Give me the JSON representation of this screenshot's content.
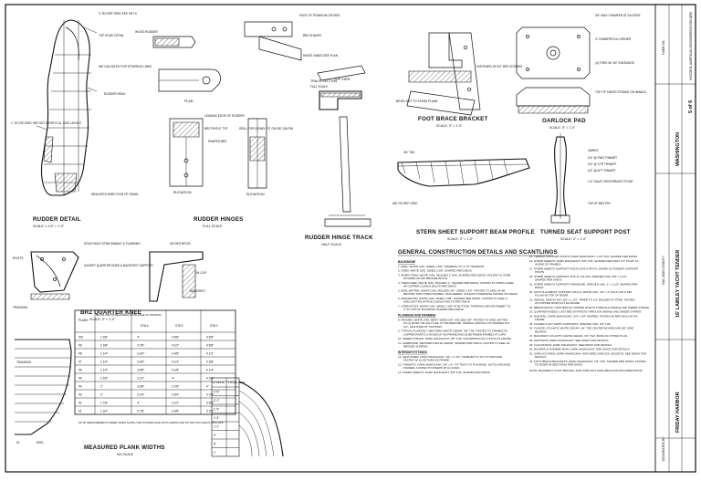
{
  "sheet": {
    "title_block": {
      "project": "16' LAWLEY YACHT TENDER",
      "location": "WASHINGTON",
      "county": "FRIDAY HARBOR",
      "sheet": "5 of 6",
      "agency": "HISTORIC AMERICAN ENGINEERING RECORD"
    }
  },
  "drawings": {
    "rudder_detail": {
      "title": "RUDDER DETAIL",
      "scale": "SCALE: 1 1/2\" = 1'-0\"",
      "notes": [
        "3\" RO REF GRID SEE SHT 6",
        "TOP EDGE DETAIL",
        "5/8\" DIA HOLES FOR STEERING LINES",
        "RUDDER HEAD",
        "1\" DO RE GRID SEE SHT 6 FOR FULL SIZE LAYOUT",
        "INDICATES DIRECTION OF GRAIN",
        "WOOD RUDDER"
      ]
    },
    "rudder_hinges": {
      "title": "RUDDER HINGES",
      "scale": "FULL SCALE",
      "notes": [
        "PLAN",
        "ELEVATION",
        "ELEVATION",
        "LEADING EDGE OF RUDDER",
        "BRZ PINTLE TYP",
        "SHAPED BRZ",
        "DRILL FOR DOWEL FIT ON 5/8\" DIA PIN"
      ]
    },
    "rudder_hinge_track": {
      "title": "RUDDER HINGE TRACK",
      "scale": "HALF SCALE",
      "notes": [
        "TRACK SECTION",
        "FULL SCALE",
        "TOP VIEW",
        "FACE OF TRANSOM OR KEEL",
        "BRZ SHAVES",
        "HINGE VANES SEE PLAN"
      ]
    },
    "foot_brace_bracket": {
      "title": "FOOT BRACE BRACKET",
      "scale": "SCALE: 3\" = 1'-0\"",
      "notes": [
        "FASTENED W/ 3/4\" BRZ SCREWS",
        "BEVEL BOT TO STAND PLANE"
      ]
    },
    "oarlock_pad": {
      "title": "OARLOCK PAD",
      "scale": "SCALE: 3\" = 1'-0\"",
      "notes": [
        "3/4\" WAX CHAMFER AT EA EDGE",
        "3\" CHAMFER EA CORNER",
        "(4) THRS W/ 3/4\" DIA BUNGS",
        "TOP OF SHEER STRAKE ON INWALE"
      ]
    },
    "stern_sheet_beam": {
      "title": "STERN SHEET SUPPORT BEAM PROFILE",
      "scale": "SCALE: 3\" = 1'-0\""
    },
    "turned_seat_post": {
      "title": "TURNED SEAT SUPPORT POST",
      "scale": "SCALE: 3\" = 1'-0\"",
      "notes": [
        "VARIES",
        "6.5\" @ FWD THWART",
        "5.5\" @ CTR THWART",
        "6.5\" @ AFT THWART",
        "1.5\" DIA AT CENTERMOST POINT",
        "TOP AT BRZ PIN"
      ]
    },
    "brz_quarter_knee": {
      "title": "BRZ QUARTER KNEE",
      "scale": "SCALE: 3\" = 1'-0\"",
      "notes": [
        "SOLID BULK STMN INWALE & PLANKING",
        "GASKET QUARTER KNEE & BACKREST SUPPORT",
        "RIVETS",
        "TRANSOM",
        "BACKREST"
      ]
    },
    "measured_plank_widths": {
      "title": "MEASURED PLANK WIDTHS",
      "scale": "NO SCALE",
      "col_headers": [
        "PLANK",
        "PLANK WIDTHS MEASURED ALONG EDGE OF TRANSOM",
        "STA 6",
        "STA 5",
        "STA 3"
      ],
      "rows": [
        [
          "#10",
          "2 3/8\"",
          "4\"",
          "4 5/8\"",
          "4 5/8\""
        ],
        [
          "#9",
          "2 3/8\"",
          "3 7/8\"",
          "4 1/2\"",
          "4 5/8\""
        ],
        [
          "#8",
          "2 1/4\"",
          "3 3/4\"",
          "4 3/8\"",
          "4 1/2\""
        ],
        [
          "#7",
          "2 1/4\"",
          "3 3/4\"",
          "4 1/4\"",
          "4 3/8\""
        ],
        [
          "#6",
          "2 1/4\"",
          "3 5/8\"",
          "4 1/8\"",
          "4 1/4\""
        ],
        [
          "#5",
          "2 1/8\"",
          "3 1/2\"",
          "4\"",
          "4 1/8\""
        ],
        [
          "#4",
          "2\"",
          "3 3/8\"",
          "3 7/8\"",
          "4\""
        ],
        [
          "#3",
          "2\"",
          "3 1/4\"",
          "3 3/4\"",
          "3 7/8\""
        ],
        [
          "#2",
          "1 7/8\"",
          "3\"",
          "3 1/2\"",
          "3 5/8\""
        ],
        [
          "#1",
          "1 3/4\"",
          "2 7/8\"",
          "3 3/8\"",
          "3 1/2\""
        ]
      ],
      "note": "NOTE: MEASUREMENTS WERE TAKEN ALONG THE OUTSIDE FACE OF PLANKING AND DO NOT INCLUDE PLANK LAPS",
      "labels": [
        "TRANSOM",
        "SL",
        "KEEL"
      ]
    },
    "transom_offsets": {
      "col_headers": [
        "HT ABV BL",
        "½ PLANK SEAM"
      ],
      "rows": [
        [
          "2'-6\"",
          ""
        ],
        [
          "2'-1\"",
          ""
        ],
        [
          "1'-9\"",
          ""
        ],
        [
          "1'-5\"",
          ""
        ],
        [
          "1'-1\"",
          ""
        ],
        [
          "9\"",
          ""
        ],
        [
          "5\"",
          ""
        ],
        [
          "1\"",
          ""
        ]
      ]
    }
  },
  "schedule": {
    "title": "GENERAL CONSTRUCTION DETAILS AND SCANTLINGS",
    "sections": [
      {
        "heading": "BACKBONE",
        "items": [
          "1. KEEL: WHITE OAK, SIDED 1 5/8\", TAPERING TO 1\" AT TRANSOM",
          "2. STEM: WHITE OAK, SIDED 1 5/8\", SHAPED PER DWGS",
          "3. INNER STEM: WHITE OAK, MOLDED 1\" MIN, SHAPED PER DWGS. FASTEN TO STEM W/ PAIRS OF 5/8\" BRONZE BOLTS",
          "4. STEM KNEE: WHITE OAK, MOLDED 1\", SHAPED PER DWGS. FASTEN TO STEM & KEEL W/ COPPER CLENCH BOLTS PER DWGS",
          "5. KEEL BATTEN: WHITE OAK, MOLDED 3/4\", SIDED 2 3/4\". FASTEN TO KEEL W/ #8 BRONZE THRU STEM FRAMES, STAGGERED, UNLESS OTHERWISE SHOWN ON DWGS",
          "6. DEADWOOD: WHITE OAK, SIDED 1 5/8\". SHAPED PER DWGS. FASTEN TO KEEL & KEEL BATTEN W/ ROD CLENCH BOLTS PER DWGS",
          "7. STERN POST: WHITE OAK, SIDED 1 5/8\" AT BOTTOM, TAPERING ABOVE RABBET TO 1\" AT TOP OF TRANSOM. SHAPED PER DWGS"
        ]
      },
      {
        "heading": "PLANKING AND FRAMING",
        "items": [
          "8. FRAMES: WHITE OAK, BENT, SIDED 5/8\", MOLDED 5/8\". FASTEN TO KEEL BATTEN W/ (1) RIVET OR GALV NAIL AT CENTERLINE. NORMAL SPACING OF FRAMES IS 5 1/2\", ADJUSTED AT STATIONS",
          "9. TYPICAL PLANKING: WESTERN WHITE CEDAR, 3/8\" THK. FASTEN TO FRAMES W/ COPPER RIVETS & ROVES AT EA FRAME AND (2) BETWEEN FRAMES AT LAPS",
          "10. SHEER STRAKE: DARK MAHOGANY, 3/8\" THK. FASTENINGS AS TYPICAL PLANKING",
          "11. GARBOARD: WESTERN WHITE CEDAR, SHAPED PER DWGS. FASTEN TO KEEL W/ BRONZE SCREWS"
        ]
      },
      {
        "heading": "INTERIOR FITTINGS",
        "items": [
          "12. SEAT RISER: DARK MAHOGANY, 3/4\" x 1 3/4\", TAPERED TO 1/2\" AT FWD END. FASTEN W/ (1) #8 THRU EA FRAME",
          "13. THWARTS: DARK MAHOGANY, 3/4\" x 8\". FIT TIGHT TO PLANKING, NOTCH AROUND FRAMES. FASTEN TO RISERS W/ (2) FHWS",
          "14. STERN SHEETS: DARK MAHOGANY, 5/8\" THK, SHAPED PER DWGS"
        ]
      },
      {
        "heading": "",
        "items": [
          "15. THWART SUPPORT POSTS: DARK MAHOGANY, 1 1/2\" DIA. SHAPED PER DWGS",
          "16. STERN SHEETS: DARK MAHOGANY, 5/8\" THK, SHAPED PER DWG. FIT TIGHT TO INSIDE OF FRAMES",
          "17. STERN SHEETS SUPPORT POSTS (STA 5 FR 87): SHARK AS THWART SUPPORT POSTS",
          "18. STERN SHEETS SUPPORT (STA 11, FR 106): SPECIES UNK, 5/8\" x 3 1/2\", SHAPED PER DWGS",
          "19. STERN SHEETS SUPPORT (TRANSOM): SPECIES UNK, 1\" x 1 1/2\" SHAPED PER DWGS",
          "20. ORTO & EYEBOLT SUPPORT (STA 2): WHITE OAK, 3/4\" x 4\" HALF LAP & SET FLUSH W/ TOP OF RISER",
          "21. INWALE: WHITE OAK, 5/8\" x 1 1/4\". TAPER TO 1/2\" MOLDED AT STEM. FASTEN W/ COPPER RIVETS AT EA FRAME",
          "22. BREASTHOOK: CAST BRZ W/ COPPER RIVETS THROUGH INWALE AND SHEER STRAKE",
          "23. QUARTER KNEES: CAST BRZ W/ RIVETS THROUGH INWALE AND SHEER STRAKE",
          "24. RUB RAIL: DARK MAHOGANY, 3/4\" x 3/4\" SHAPED. FASTEN W/ BRZ NAILS AT EA FRAME",
          "25. FLARED & AFT GRIPS SUPPORTS: SPECIES UNK, 3/4\" THK",
          "26. FLANGE: ATLANTIC WHITE CEDAR, 3/4\" THE CENTER BOARD AND 5/8\" SIDE BOARDS",
          "27. BACKREST: ATLANTIC WHITE CEDAR, 3/4\" THK, BUNG W/ FITTED PLUG",
          "28. GRATINGS: DARK MAHOGANY. SEE DWGS FOR DETAILS",
          "29. FLAGSTAFFS: DARK MAHOGANY. SEE DWGS FOR DETAILS",
          "30. RUDDER & RUDDER HEAD: DARK MAHOGANY. SEE DWGS FOR DETAILS",
          "31. OARLOCK PADS: DARK MAHOGANY, WITH BRZ OARLOCK SOCKETS. SEE DWGS FOR DETAILS",
          "32. FOOT BRACE BRACKETS: DARK MAHOGANY, 3/4\" THK. SHAPED PER DWGS. FASTEN TO RISER W/ BRZ FHWS PER DWGS"
        ],
        "note": "NOTE: BACKREST, FOOT BRACES, AND OARS NOT AVAILABLE FOR DOCUMENTATION"
      }
    ]
  }
}
